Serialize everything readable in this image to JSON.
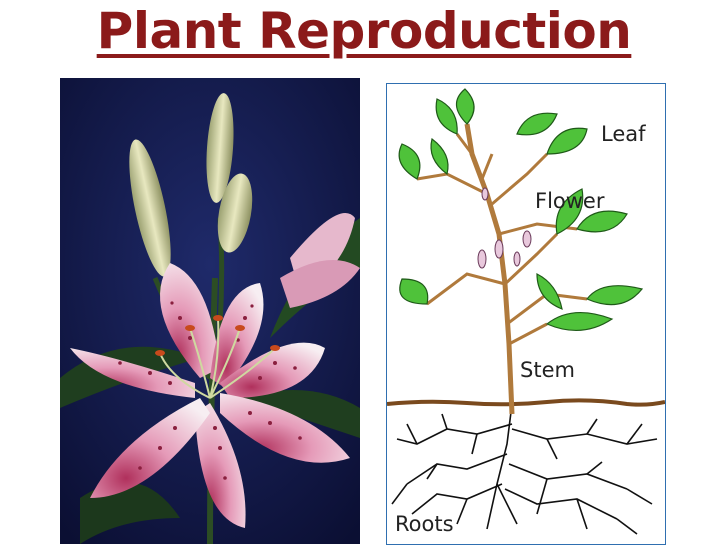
{
  "title": "Plant Reproduction",
  "diagram": {
    "labels": {
      "leaf": "Leaf",
      "flower": "Flower",
      "stem": "Stem",
      "roots": "Roots"
    }
  },
  "photo": {
    "subject": "lily-flower",
    "colors": {
      "background": "#141a4a",
      "petal": "#f2d6e6",
      "petal_center": "#b0305c",
      "bud": "#dfe0b0",
      "leaf": "#2e5a2a"
    }
  },
  "colors": {
    "title": "#8b1a1a",
    "leaf": "#4fc23a",
    "stem": "#b07a3c",
    "frame": "#2f6fb0"
  }
}
